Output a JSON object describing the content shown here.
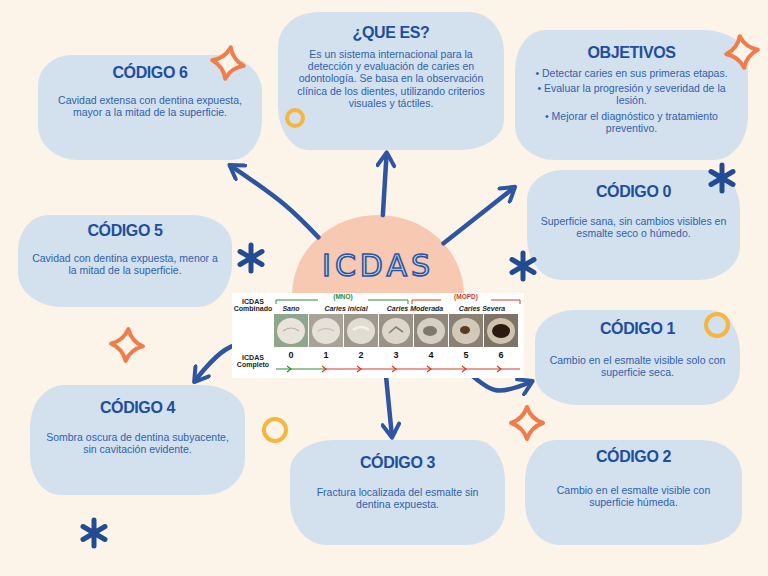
{
  "diagram": {
    "nodes": [
      {
        "text": [
          "CÓDIGO 6",
          "Cavidad extensa con dentina expuesta, mayor a la mitad de la superficie."
        ]
      },
      {
        "text": [
          "¿QUE ES?",
          "Es un sistema internacional para la detección y evaluación de caries en odontología. Se basa en la observación clínica de los dientes, utilizando criterios visuales y táctiles."
        ]
      },
      {
        "text": [
          "OBJETIVOS",
          "• Detectar caries en sus primeras etapas.",
          "• Evaluar la progresión y severidad de la lesión.",
          "• Mejorar el diagnóstico y tratamiento preventivo."
        ]
      },
      {
        "text": [
          "CÓDIGO 0",
          "Superficie sana, sin cambios visibles en esmalte seco o húmedo."
        ]
      },
      {
        "text": [
          "CÓDIGO 5",
          "Cavidad con dentina expuesta, menor a la mitad de la superficie."
        ]
      },
      {
        "text": [
          "ICDAS"
        ]
      },
      {
        "text": [
          "CÓDIGO 1",
          "Cambio en el esmalte visible solo con superficie seca."
        ]
      },
      {
        "text": [
          "CÓDIGO 4",
          "Sombra oscura de dentina subyacente, sin cavitación evidente."
        ]
      },
      {
        "text": [
          "CÓDIGO 3",
          "Fractura localizada del esmalte sin dentina expuesta."
        ]
      },
      {
        "text": [
          "CÓDIGO 2",
          "Cambio en el esmalte visible con superficie húmeda."
        ]
      }
    ],
    "edges": [
      {
        "from": 5,
        "to": 0,
        "arrow": "to"
      },
      {
        "from": 5,
        "to": 1,
        "arrow": "to"
      },
      {
        "from": 5,
        "to": 2,
        "arrow": "to"
      },
      {
        "from": 5,
        "to": 7,
        "arrow": "to"
      },
      {
        "from": 5,
        "to": 8,
        "arrow": "to"
      },
      {
        "from": 5,
        "to": 6,
        "arrow": "to"
      }
    ],
    "labels": [
      "ICDAS Combinado",
      "(MNO)",
      "(MOPD)",
      "Sano",
      "Caries inicial",
      "Caries Moderada",
      "Caries Severa",
      "0",
      "1",
      "2",
      "3",
      "4",
      "5",
      "6",
      "ICDAS Completo"
    ]
  }
}
